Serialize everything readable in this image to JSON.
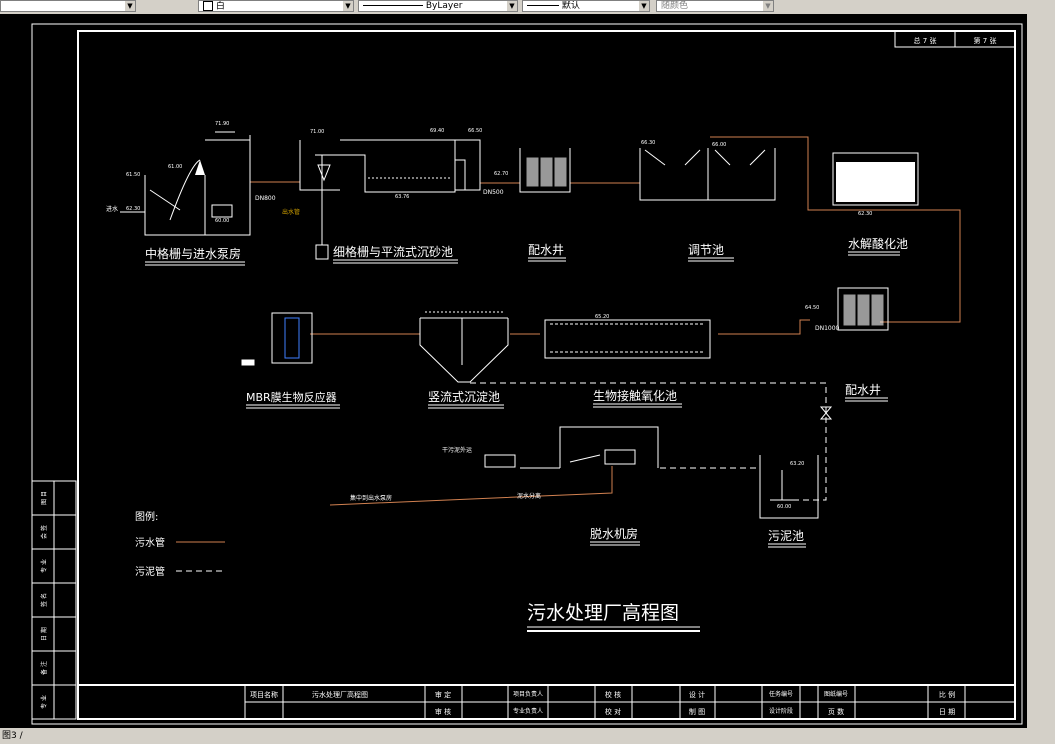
{
  "toolbar": {
    "color_value": "白",
    "linetype_value": "ByLayer",
    "lineweight_value": "默认",
    "plotstyle_value": "随颜色"
  },
  "drawing": {
    "title": "污水处理厂高程图",
    "title_block": {
      "sheet_total": "总 7 张",
      "sheet_no": "第 7 张",
      "project_name_label": "项目名称",
      "drawing_name": "污水处理厂高程图",
      "cells": [
        "审 定",
        "项目负责人",
        "校 核",
        "设 计",
        "任务编号",
        "图纸编号",
        "比 例",
        "审 核",
        "专业负责人",
        "校 对",
        "制 图",
        "设计阶段",
        "页 数",
        "日 期"
      ]
    },
    "side_block": [
      "图 目",
      "会 签",
      "专 业",
      "签 名",
      "日 期",
      "备 注",
      "专 业"
    ],
    "units": [
      "中格栅与进水泵房",
      "细格栅与平流式沉砂池",
      "配水井",
      "调节池",
      "水解酸化池",
      "配水井",
      "生物接触氧化池",
      "竖流式沉淀池",
      "MBR膜生物反应器",
      "脱水机房",
      "污泥池"
    ],
    "legend": {
      "title": "图例:",
      "items": [
        {
          "label": "污水管",
          "color": "#d08050",
          "style": "solid"
        },
        {
          "label": "污泥管",
          "color": "#ffffff",
          "style": "dashed"
        }
      ]
    },
    "annotations": [
      "进水",
      "DN800",
      "DN500",
      "DN1000",
      "出水管",
      "干污泥外运",
      "泥水分离",
      "集中到出水泵房"
    ],
    "elevations": [
      "71.90",
      "61.00",
      "61.50",
      "62.30",
      "60.00",
      "71.00",
      "69.40",
      "66.50",
      "62.70",
      "66.30",
      "66.00",
      "65.20",
      "63.76",
      "64.50",
      "62.30",
      "63.20",
      "60.00"
    ]
  },
  "status_text": "图3 /"
}
